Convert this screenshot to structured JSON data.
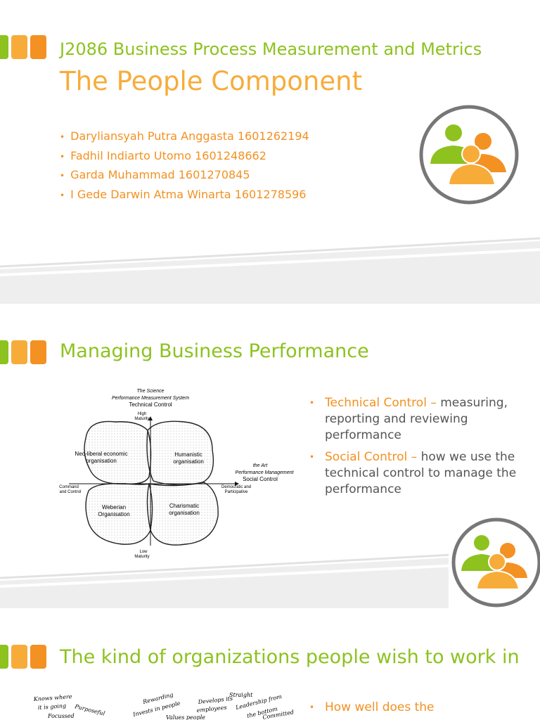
{
  "slide1": {
    "course": "J2086  Business Process Measurement and Metrics",
    "title": "The People Component",
    "members": [
      "Daryliansyah Putra Anggasta    1601262194",
      "Fadhil Indiarto Utomo  1601248662",
      "Garda Muhammad   1601270845",
      "I Gede Darwin Atma Winarta 1601278596"
    ],
    "icon": "people-group-icon"
  },
  "slide2": {
    "title": "Managing Business Performance",
    "diagram": {
      "top_label_1": "The Science",
      "top_label_2": "Performance Measurement System",
      "top_label_3": "Technical Control",
      "right_label_1": "the Art",
      "right_label_2": "Performance Management",
      "right_label_3": "Social Control",
      "high": "High",
      "high2": "Maturity",
      "low": "Low",
      "low2": "Maturity",
      "left_axis_1": "Command",
      "left_axis_2": "and Control",
      "right_axis_1": "Democratic and",
      "right_axis_2": "Participative",
      "q1_1": "Neo-liberal economic",
      "q1_2": "organisation",
      "q2_1": "Humanistic",
      "q2_2": "organisation",
      "q3_1": "Weberian",
      "q3_2": "Organisation",
      "q4_1": "Charismatic",
      "q4_2": "organisation"
    },
    "bullets": [
      {
        "term": "Technical Control –",
        "text": " measuring, reporting and reviewing performance"
      },
      {
        "term": "Social Control –",
        "text": " how we use the technical control to manage the performance"
      }
    ],
    "icon": "people-group-icon"
  },
  "slide3": {
    "title": "The kind of organizations people wish to work in",
    "handwriting": [
      "Knows where",
      "it is going",
      "Focussed",
      "Purposeful",
      "Rewarding",
      "Invests in people",
      "Values people",
      "Develops its",
      "employees",
      "Straight",
      "Leadership from",
      "the bottom",
      "Committed"
    ],
    "bullet": "How well does the"
  },
  "colors": {
    "green": "#8dc21f",
    "orange_light": "#f7ac3a",
    "orange": "#f39122",
    "gray_ring": "#777777",
    "band_gray": "#eeeeee"
  }
}
